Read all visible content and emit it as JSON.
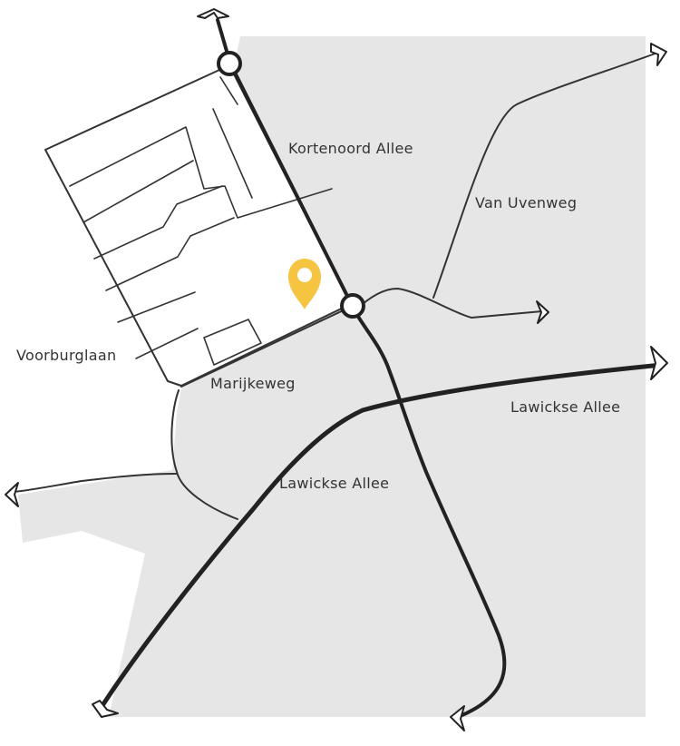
{
  "colors": {
    "area_fill": "#e6e6e6",
    "outline": "#333333",
    "road": "#222222",
    "marker": "#f5c542",
    "label": "#333333"
  },
  "streets": {
    "kortenoord": "Kortenoord Allee",
    "van_uvenweg": "Van Uvenweg",
    "voorburglaan": "Voorburglaan",
    "marijkeweg": "Marijkeweg",
    "lawickse_east": "Lawickse Allee",
    "lawickse_center": "Lawickse Allee"
  },
  "icons": {
    "location_pin": "location-pin-icon",
    "roundabout": "roundabout-icon",
    "direction_arrow": "direction-arrow-icon"
  }
}
